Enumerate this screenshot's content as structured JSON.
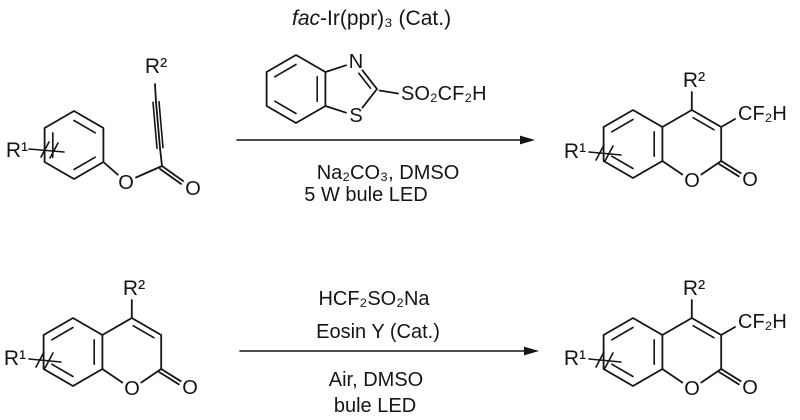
{
  "figure": {
    "background": "#ffffff",
    "ink_color": "#151515",
    "reaction1": {
      "catalyst_prefix_italic": "fac",
      "catalyst_suffix": "-Ir(ppr)₃ (Cat.)",
      "sulfone_group": "SO₂CF₂H",
      "reagent_atom_n": "N",
      "reagent_atom_s": "S",
      "conditions_below_1": "Na₂CO₃, DMSO",
      "conditions_below_2": "5 W bule LED",
      "substrate": {
        "r1_label": "R¹",
        "r2_label": "R²",
        "ester_oxygen": "O",
        "carbonyl_oxygen": "O"
      },
      "product": {
        "r1_label": "R¹",
        "r2_label": "R²",
        "difluoromethyl": "CF₂H",
        "ring_oxygen": "O",
        "carbonyl_oxygen": "O"
      }
    },
    "reaction2": {
      "reagent_above_1": "HCF₂SO₂Na",
      "reagent_above_2": "Eosin Y (Cat.)",
      "conditions_below_1": "Air, DMSO",
      "conditions_below_2": "bule LED",
      "substrate": {
        "r1_label": "R¹",
        "r2_label": "R²",
        "ring_oxygen": "O",
        "carbonyl_oxygen": "O"
      },
      "product": {
        "r1_label": "R¹",
        "r2_label": "R²",
        "difluoromethyl": "CF₂H",
        "ring_oxygen": "O",
        "carbonyl_oxygen": "O"
      }
    }
  }
}
